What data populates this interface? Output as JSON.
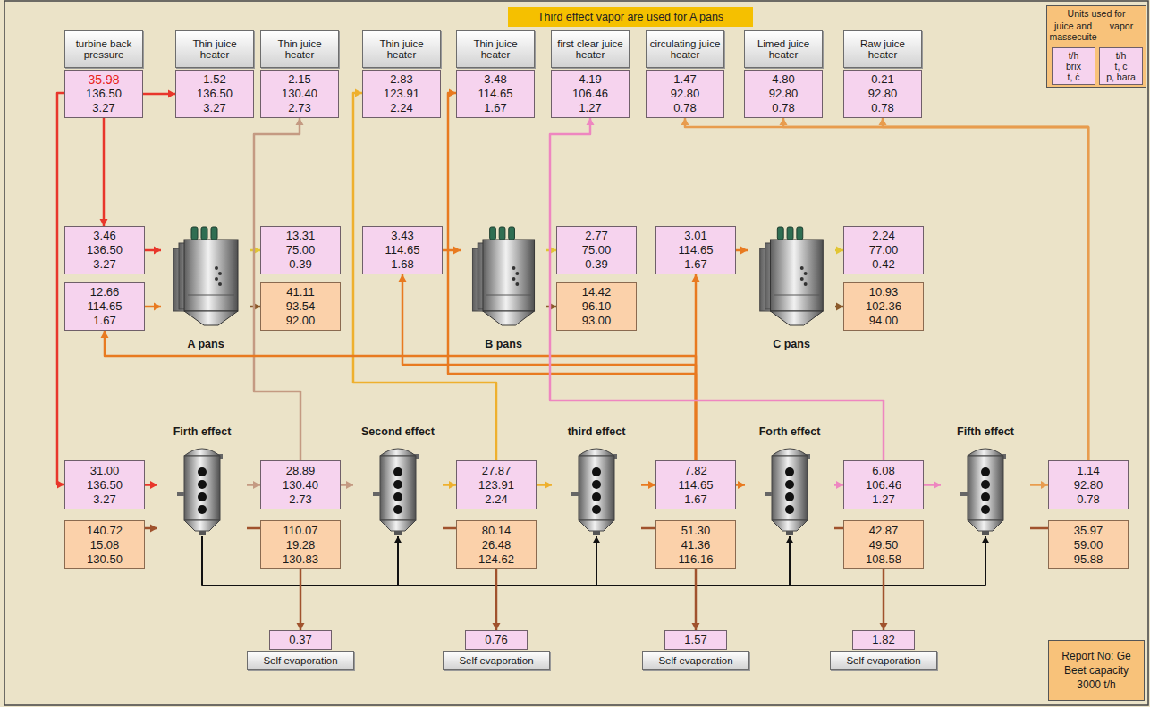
{
  "diagram": {
    "title": "Third effect vapor are used for A pans",
    "nodes": [
      {
        "text": [
          "turbine back pressure"
        ]
      },
      {
        "text": [
          "Thin juice heater"
        ]
      },
      {
        "text": [
          "Thin juice heater"
        ]
      },
      {
        "text": [
          "Thin juice heater"
        ]
      },
      {
        "text": [
          "Thin juice heater"
        ]
      },
      {
        "text": [
          "first clear juice heater"
        ]
      },
      {
        "text": [
          "circulating juice heater"
        ]
      },
      {
        "text": [
          "Limed juice heater"
        ]
      },
      {
        "text": [
          "Raw juice heater"
        ]
      },
      {
        "text": [
          "35.98",
          "136.50",
          "3.27"
        ]
      },
      {
        "text": [
          "1.52",
          "136.50",
          "3.27"
        ]
      },
      {
        "text": [
          "2.15",
          "130.40",
          "2.73"
        ]
      },
      {
        "text": [
          "2.83",
          "123.91",
          "2.24"
        ]
      },
      {
        "text": [
          "3.48",
          "114.65",
          "1.67"
        ]
      },
      {
        "text": [
          "4.19",
          "106.46",
          "1.27"
        ]
      },
      {
        "text": [
          "1.47",
          "92.80",
          "0.78"
        ]
      },
      {
        "text": [
          "4.80",
          "92.80",
          "0.78"
        ]
      },
      {
        "text": [
          "0.21",
          "92.80",
          "0.78"
        ]
      },
      {
        "text": [
          "3.46",
          "136.50",
          "3.27"
        ]
      },
      {
        "text": [
          "A pans"
        ]
      },
      {
        "text": [
          "13.31",
          "75.00",
          "0.39"
        ]
      },
      {
        "text": [
          "12.66",
          "114.65",
          "1.67"
        ]
      },
      {
        "text": [
          "41.11",
          "93.54",
          "92.00"
        ]
      },
      {
        "text": [
          "3.43",
          "114.65",
          "1.68"
        ]
      },
      {
        "text": [
          "B pans"
        ]
      },
      {
        "text": [
          "2.77",
          "75.00",
          "0.39"
        ]
      },
      {
        "text": [
          "14.42",
          "96.10",
          "93.00"
        ]
      },
      {
        "text": [
          "3.01",
          "114.65",
          "1.67"
        ]
      },
      {
        "text": [
          "C pans"
        ]
      },
      {
        "text": [
          "2.24",
          "77.00",
          "0.42"
        ]
      },
      {
        "text": [
          "10.93",
          "102.36",
          "94.00"
        ]
      },
      {
        "text": [
          "Firth effect"
        ]
      },
      {
        "text": [
          "Second effect"
        ]
      },
      {
        "text": [
          "third effect"
        ]
      },
      {
        "text": [
          "Forth effect"
        ]
      },
      {
        "text": [
          "Fifth effect"
        ]
      },
      {
        "text": [
          "31.00",
          "136.50",
          "3.27"
        ]
      },
      {
        "text": [
          "140.72",
          "15.08",
          "130.50"
        ]
      },
      {
        "text": [
          "28.89",
          "130.40",
          "2.73"
        ]
      },
      {
        "text": [
          "110.07",
          "19.28",
          "130.83"
        ]
      },
      {
        "text": [
          "27.87",
          "123.91",
          "2.24"
        ]
      },
      {
        "text": [
          "80.14",
          "26.48",
          "124.62"
        ]
      },
      {
        "text": [
          "7.82",
          "114.65",
          "1.67"
        ]
      },
      {
        "text": [
          "51.30",
          "41.36",
          "116.16"
        ]
      },
      {
        "text": [
          "6.08",
          "106.46",
          "1.27"
        ]
      },
      {
        "text": [
          "42.87",
          "49.50",
          "108.58"
        ]
      },
      {
        "text": [
          "1.14",
          "92.80",
          "0.78"
        ]
      },
      {
        "text": [
          "35.97",
          "59.00",
          "95.88"
        ]
      },
      {
        "text": [
          "0.37"
        ]
      },
      {
        "text": [
          "Self evaporation"
        ]
      },
      {
        "text": [
          "0.76"
        ]
      },
      {
        "text": [
          "Self evaporation"
        ]
      },
      {
        "text": [
          "1.57"
        ]
      },
      {
        "text": [
          "Self evaporation"
        ]
      },
      {
        "text": [
          "1.82"
        ]
      },
      {
        "text": [
          "Self evaporation"
        ]
      },
      {
        "text": [
          "Units used for",
          "juice and massecuite",
          "vapor"
        ]
      },
      {
        "text": [
          "t/h",
          "brix",
          "t, ċ"
        ],
        "in": 56
      },
      {
        "text": [
          "t/h",
          "t, ċ",
          "p, bara"
        ],
        "in": 56
      },
      {
        "text": [
          "Report No: Ge",
          "Beet capacity",
          "3000 t/h"
        ]
      }
    ],
    "edges": [
      {
        "from": 9,
        "to": 10,
        "arrow": "to"
      },
      {
        "from": 9,
        "to": 18,
        "arrow": "to"
      },
      {
        "from": 9,
        "to": 36,
        "arrow": "to"
      },
      {
        "from": 18,
        "to": 19,
        "arrow": "to"
      },
      {
        "from": 21,
        "to": 19,
        "arrow": "to"
      },
      {
        "from": 19,
        "to": 20,
        "arrow": "to"
      },
      {
        "from": 19,
        "to": 22,
        "arrow": "to"
      },
      {
        "from": 23,
        "to": 24,
        "arrow": "to"
      },
      {
        "from": 24,
        "to": 25,
        "arrow": "to"
      },
      {
        "from": 24,
        "to": 26,
        "arrow": "to"
      },
      {
        "from": 27,
        "to": 28,
        "arrow": "to"
      },
      {
        "from": 28,
        "to": 29,
        "arrow": "to"
      },
      {
        "from": 28,
        "to": 30,
        "arrow": "to"
      },
      {
        "from": 36,
        "to": 31,
        "arrow": "to"
      },
      {
        "from": 37,
        "to": 31,
        "arrow": "to"
      },
      {
        "from": 31,
        "to": 38,
        "arrow": "to"
      },
      {
        "from": 31,
        "to": 39,
        "arrow": "none"
      },
      {
        "from": 31,
        "to": 32,
        "arrow": "to"
      },
      {
        "from": 38,
        "to": 32,
        "arrow": "to"
      },
      {
        "from": 38,
        "to": 11,
        "arrow": "to"
      },
      {
        "from": 32,
        "to": 40,
        "arrow": "to"
      },
      {
        "from": 32,
        "to": 41,
        "arrow": "none"
      },
      {
        "from": 32,
        "to": 33,
        "arrow": "to"
      },
      {
        "from": 40,
        "to": 33,
        "arrow": "to"
      },
      {
        "from": 40,
        "to": 12,
        "arrow": "to"
      },
      {
        "from": 33,
        "to": 42,
        "arrow": "to"
      },
      {
        "from": 33,
        "to": 43,
        "arrow": "none"
      },
      {
        "from": 33,
        "to": 34,
        "arrow": "to"
      },
      {
        "from": 42,
        "to": 34,
        "arrow": "to"
      },
      {
        "from": 42,
        "to": 21,
        "arrow": "to"
      },
      {
        "from": 42,
        "to": 23,
        "arrow": "to"
      },
      {
        "from": 42,
        "to": 27,
        "arrow": "to"
      },
      {
        "from": 42,
        "to": 13,
        "arrow": "to"
      },
      {
        "from": 34,
        "to": 44,
        "arrow": "to"
      },
      {
        "from": 34,
        "to": 45,
        "arrow": "none"
      },
      {
        "from": 34,
        "to": 35,
        "arrow": "to"
      },
      {
        "from": 44,
        "to": 35,
        "arrow": "to"
      },
      {
        "from": 44,
        "to": 14,
        "arrow": "to"
      },
      {
        "from": 35,
        "to": 46,
        "arrow": "to"
      },
      {
        "from": 35,
        "to": 47,
        "arrow": "none"
      },
      {
        "from": 46,
        "to": 15,
        "arrow": "to"
      },
      {
        "from": 46,
        "to": 16,
        "arrow": "to"
      },
      {
        "from": 46,
        "to": 17,
        "arrow": "to"
      },
      {
        "from": 39,
        "to": 48,
        "arrow": "to"
      },
      {
        "from": 41,
        "to": 50,
        "arrow": "to"
      },
      {
        "from": 43,
        "to": 52,
        "arrow": "to"
      },
      {
        "from": 45,
        "to": 54,
        "arrow": "to"
      }
    ]
  }
}
